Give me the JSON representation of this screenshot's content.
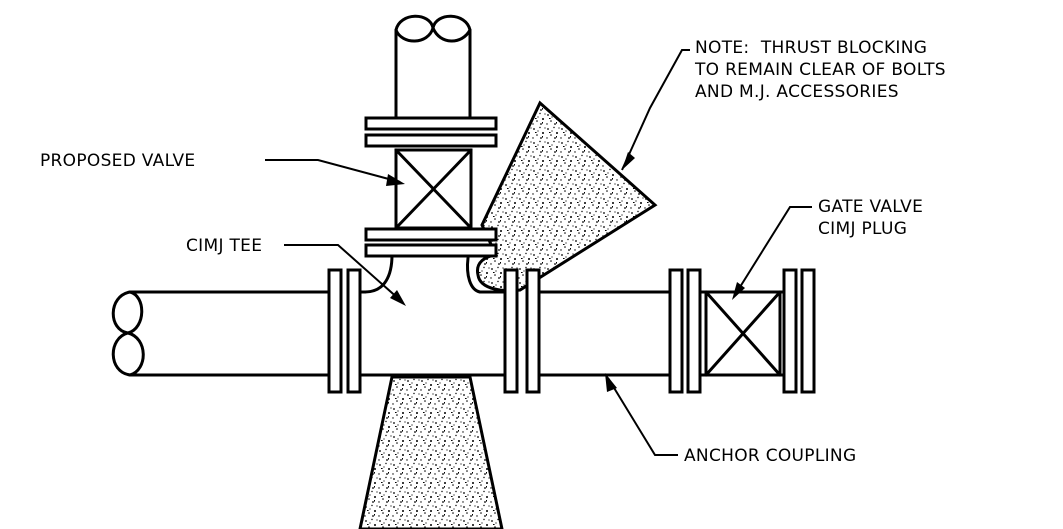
{
  "labels": {
    "note_line1": "NOTE:   THRUST BLOCKING",
    "note_line2": "TO REMAIN CLEAR OF BOLTS",
    "note_line3": "AND M.J. ACCESSORIES",
    "proposed_valve": "PROPOSED VALVE",
    "cimj_tee": "CIMJ TEE",
    "gate_valve_line1": "GATE VALVE",
    "gate_valve_line2": "CIMJ PLUG",
    "anchor_coupling": "ANCHOR COUPLING"
  },
  "colors": {
    "ink": "#000000",
    "paper": "#ffffff"
  }
}
